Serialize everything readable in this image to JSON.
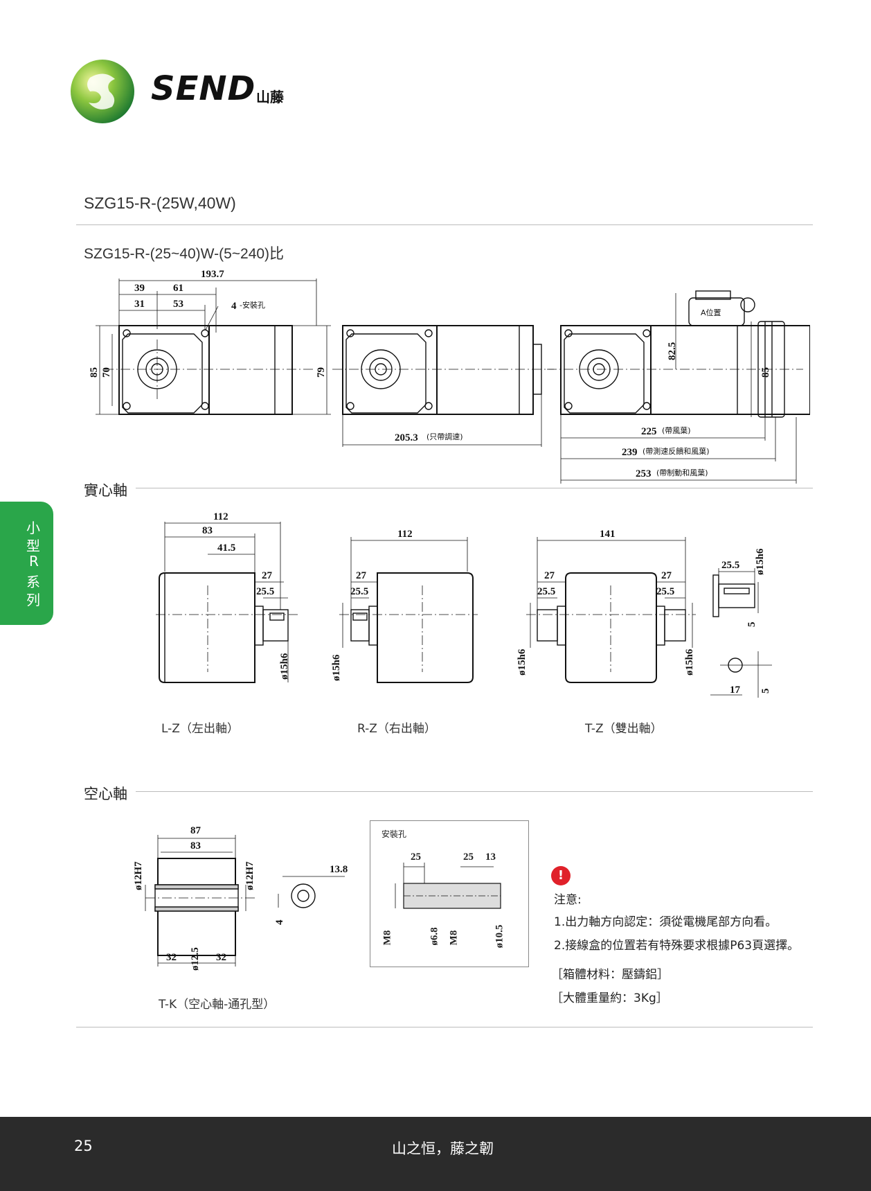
{
  "brand": {
    "name": "SEND",
    "cn": "山藤"
  },
  "page_title": "SZG15-R-(25W,40W)",
  "subtitle": "SZG15-R-(25~40)W-(5~240)比",
  "side_tab": {
    "chars": [
      "小",
      "型",
      "R",
      "系",
      "列"
    ]
  },
  "top_drawing": {
    "d_193_7": "193.7",
    "d_39": "39",
    "d_61": "61",
    "d_31": "31",
    "d_53": "53",
    "mount_hole_num": "4",
    "mount_hole_label": "-安裝孔",
    "d_85": "85",
    "d_70": "70",
    "d_79": "79",
    "d_205_3": "205.3",
    "d_205_3_note": "(只帶調速)",
    "d_82_5": "82.5",
    "box_label": "A位置",
    "d_85_right": "85",
    "d_225": "225",
    "d_225_note": "(帶風葉)",
    "d_239": "239",
    "d_239_note": "(帶測速反饋和風葉)",
    "d_253": "253",
    "d_253_note": "(帶制動和風葉)"
  },
  "solid_shaft": {
    "heading": "實心軸",
    "lz": {
      "d112": "112",
      "d83": "83",
      "d41_5": "41.5",
      "d27": "27",
      "d25_5": "25.5",
      "dia": "ø15h6",
      "caption": "L-Z（左出軸）"
    },
    "rz": {
      "d112": "112",
      "d27": "27",
      "d25_5": "25.5",
      "dia": "ø15h6",
      "caption": "R-Z（右出軸）"
    },
    "tz": {
      "d141": "141",
      "d27a": "27",
      "d25_5a": "25.5",
      "d27b": "27",
      "d25_5b": "25.5",
      "dia_l": "ø15h6",
      "dia_r": "ø15h6",
      "caption": "T-Z（雙出軸）"
    },
    "detail": {
      "d25_5": "25.5",
      "dia": "ø15h6",
      "d5a": "5",
      "d17": "17",
      "d5b": "5"
    }
  },
  "hollow_shaft": {
    "heading": "空心軸",
    "tk": {
      "d87": "87",
      "d83": "83",
      "dia_l": "ø12H7",
      "dia_r": "ø12H7",
      "d32a": "32",
      "d12_5": "ø12.5",
      "d32b": "32",
      "caption": "T-K（空心軸-通孔型）"
    },
    "key": {
      "d13_8": "13.8",
      "d4": "4"
    },
    "mount": {
      "title": "安裝孔",
      "d25a": "25",
      "d25b": "25",
      "d13": "13",
      "m8a": "M8",
      "d6_8": "ø6.8",
      "m8b": "M8",
      "d10_5": "ø10.5"
    }
  },
  "notes": {
    "heading": "注意:",
    "items": [
      "1.出力軸方向認定：須從電機尾部方向看。",
      "2.接線盒的位置若有特殊要求根據P63頁選擇。"
    ],
    "material": "［箱體材料：壓鑄鋁］",
    "weight": "［大體重量約：3Kg］"
  },
  "footer": {
    "page": "25",
    "slogan": "山之恒，藤之韌"
  },
  "colors": {
    "green": "#2aa64a",
    "footer_bg": "#2b2b2b",
    "warn": "#e0212a"
  }
}
